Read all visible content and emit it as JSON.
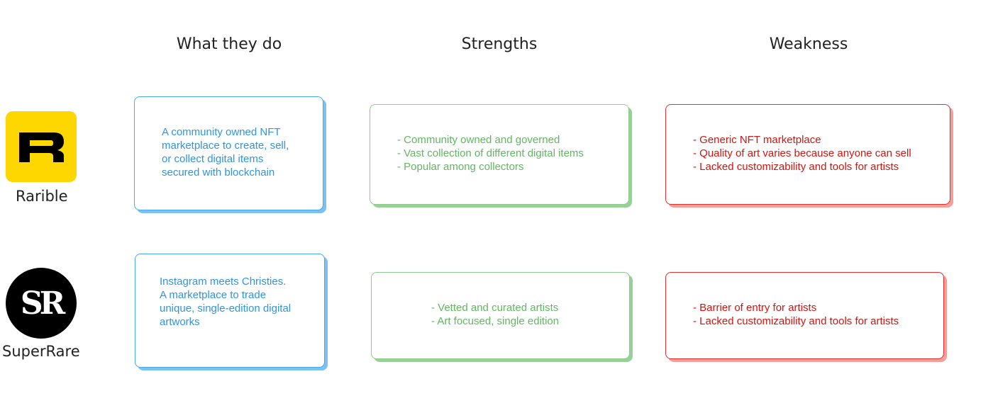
{
  "headers": {
    "what_they_do": "What they do",
    "strengths": "Strengths",
    "weakness": "Weakness"
  },
  "brands": [
    {
      "name": "Rarible",
      "logo_icon": "rarible-r-logo",
      "what_they_do": [
        "A community owned NFT",
        "marketplace to create, sell,",
        "or collect digital items",
        "secured with blockchain"
      ],
      "strengths": [
        "- Community owned and governed",
        "- Vast collection of different digital items",
        "- Popular among collectors"
      ],
      "weakness": [
        "- Generic NFT marketplace",
        "- Quality of art varies because anyone can sell",
        "- Lacked customizability and tools for artists"
      ]
    },
    {
      "name": "SuperRare",
      "logo_text": "SR",
      "what_they_do": [
        "Instagram meets Christies.",
        "A marketplace to trade",
        "unique, single-edition digital",
        "artworks"
      ],
      "strengths": [
        "- Vetted and curated artists",
        "- Art focused, single edition"
      ],
      "weakness": [
        "- Barrier of entry for artists",
        "- Lacked customizability and tools for artists"
      ]
    }
  ],
  "colors": {
    "what_they_do": "#2f95e0",
    "strengths": "#63b663",
    "weakness": "#d4150f",
    "rarible_yellow": "#fed700"
  }
}
